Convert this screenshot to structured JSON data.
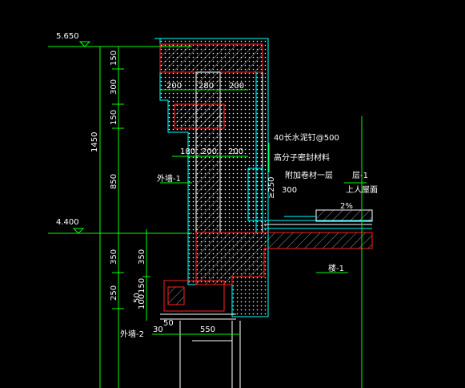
{
  "elevations": {
    "top": "5.650",
    "bottom": "4.400"
  },
  "left_dims": {
    "total": "1450",
    "seg1": "150",
    "seg2": "300",
    "seg3": "150",
    "seg4": "850",
    "seg5": "350",
    "seg6": "250",
    "seg7": "350",
    "seg8": "150",
    "seg9": "100",
    "seg10": "50"
  },
  "top_dims": {
    "a": "200",
    "b": "280",
    "c": "200"
  },
  "mid_dims": {
    "a": "180",
    "b": "200",
    "c": "200"
  },
  "bottom_dims": {
    "a": "50",
    "b": "30",
    "c": "550"
  },
  "labels": {
    "nail": "40长水泥钉@500",
    "sealant": "高分子密封材料",
    "membrane": "附加卷材一层",
    "layer": "层-1",
    "roof": "上人屋面",
    "wall1": "外墙-1",
    "wall2": "外墙-2",
    "slab": "楼-1",
    "lap": "≥250",
    "lap2": "300",
    "slope": "2%"
  },
  "colors": {
    "background": "#000000",
    "dimension": "#00ff00",
    "structure": "#00ffff",
    "rebar": "#ff2020",
    "text": "#ffffff"
  }
}
